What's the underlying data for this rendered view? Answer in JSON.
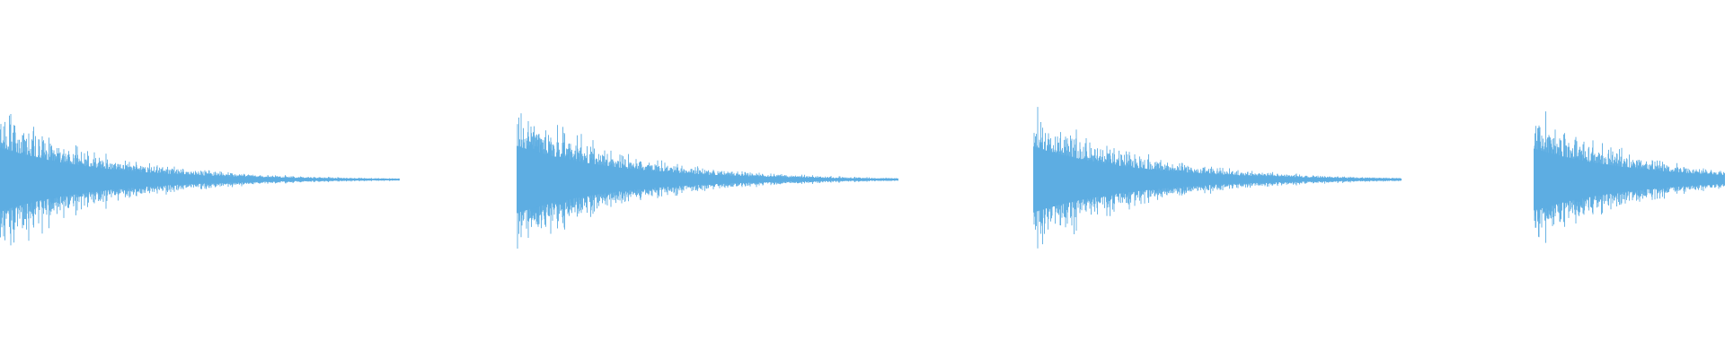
{
  "waveform": {
    "color": "#5dade2",
    "background": "#ffffff",
    "bursts": [
      {
        "name": "burst-1",
        "clipped_start": true,
        "start_amplitude": 0.95,
        "decay": "exponential",
        "noise": "high"
      },
      {
        "name": "burst-2",
        "clipped_start": false,
        "start_amplitude": 1.0,
        "decay": "exponential",
        "noise": "high"
      },
      {
        "name": "burst-3",
        "clipped_start": false,
        "start_amplitude": 0.98,
        "decay": "exponential",
        "noise": "high"
      },
      {
        "name": "burst-4",
        "clipped_end": true,
        "start_amplitude": 0.92,
        "decay": "exponential",
        "noise": "high"
      }
    ]
  }
}
